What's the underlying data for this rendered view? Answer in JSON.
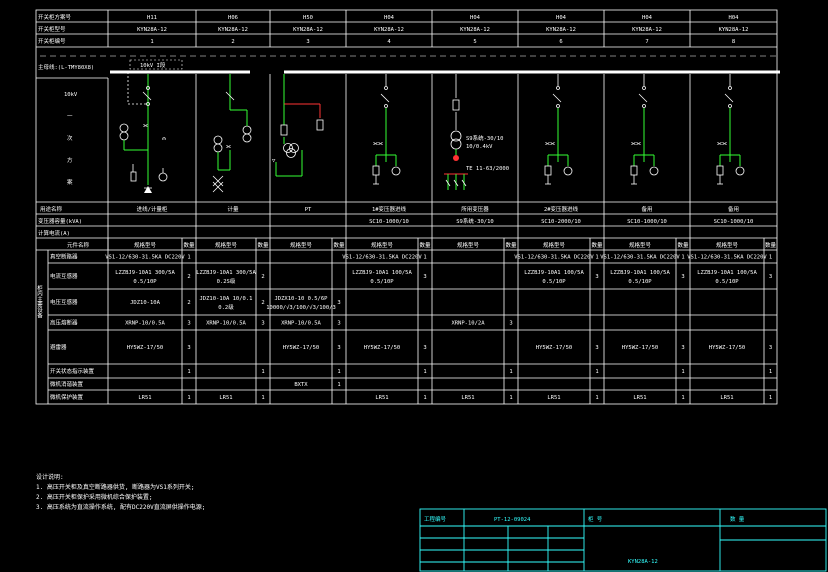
{
  "header_rows": {
    "row1_label": "开关柜方案号",
    "row2_label": "开关柜型号",
    "row3_label": "开关柜编号",
    "row1_values": [
      "H11",
      "H06",
      "H50",
      "H04",
      "H04",
      "H04",
      "H04",
      "H04"
    ],
    "row2_values": [
      "KYN28A-12",
      "KYN28A-12",
      "KYN28A-12",
      "KYN28A-12",
      "KYN28A-12",
      "KYN28A-12",
      "KYN28A-12",
      "KYN28A-12"
    ],
    "row3_values": [
      "1",
      "2",
      "3",
      "4",
      "5",
      "6",
      "7",
      "8"
    ]
  },
  "bus_label": "主母线:(L-TMY80X8)",
  "bus_tag": "10kV I段",
  "left_label_chars": [
    "10kV",
    "一",
    "次",
    "方",
    "案"
  ],
  "transformer_label_1": "S9系统-30/10",
  "transformer_label_2": "10/0.4kV",
  "transformer_label_3": "TE 11-63/2000",
  "usage_row_label": "用途名称",
  "usage_values": [
    "进线/计量柜",
    "计量",
    "PT",
    "1#变压器进线",
    "所用变压器",
    "2#变压器进线",
    "备用",
    "备用"
  ],
  "capacity_row_label": "变压器容量(kVA)",
  "capacity_values": [
    "",
    "",
    "",
    "SC10-1000/10",
    "S9系统-30/10",
    "SC10-2000/10",
    "SC10-1000/10",
    "SC10-1000/10"
  ],
  "current_row_label": "计算电流(A)",
  "equip_header": {
    "name": "元件名称",
    "spec": "规格型号",
    "qty": "数量"
  },
  "side_label": "柜内主要设备",
  "equip_rows": [
    {
      "name": "真空断路器",
      "cells": [
        "VS1-12/630-31.5KA DC220V",
        "",
        "",
        "VS1-12/630-31.5KA DC220V",
        "",
        "VS1-12/630-31.5KA DC220V",
        "VS1-12/630-31.5KA DC220V",
        "VS1-12/630-31.5KA DC220V"
      ],
      "qty": [
        "1",
        "",
        "",
        "1",
        "",
        "1",
        "1",
        "1"
      ]
    },
    {
      "name": "电流互感器",
      "cells": [
        "LZZBJ9-10A1 300/5A",
        "LZZBJ9-10A1 300/5A",
        "",
        "LZZBJ9-10A1 100/5A",
        "",
        "LZZBJ9-10A1 100/5A",
        "LZZBJ9-10A1 100/5A",
        "LZZBJ9-10A1 100/5A"
      ],
      "sub": [
        "0.5/10P",
        "0.2S级",
        "",
        "0.5/10P",
        "",
        "0.5/10P",
        "0.5/10P",
        "0.5/10P"
      ],
      "qty": [
        "2",
        "2",
        "",
        "3",
        "",
        "3",
        "3",
        "3"
      ]
    },
    {
      "name": "电压互感器",
      "cells": [
        "JDZ10-10A",
        "JDZ10-10A 10/0.1",
        "JDZX10-10 0.5/6P",
        "",
        "",
        "",
        "",
        ""
      ],
      "sub": [
        "",
        "0.2级",
        "10000/√3/100/√3/100/3",
        "",
        "",
        "",
        "",
        ""
      ],
      "qty": [
        "2",
        "2",
        "3",
        "",
        "",
        "",
        "",
        ""
      ]
    },
    {
      "name": "高压熔断器",
      "cells": [
        "XRNP-10/0.5A",
        "XRNP-10/0.5A",
        "XRNP-10/0.5A",
        "",
        "XRNP-10/2A",
        "",
        "",
        ""
      ],
      "qty": [
        "3",
        "3",
        "3",
        "",
        "3",
        "",
        "",
        ""
      ]
    },
    {
      "name": "避雷器",
      "cells": [
        "HY5WZ-17/50",
        "",
        "HY5WZ-17/50",
        "HY5WZ-17/50",
        "",
        "HY5WZ-17/50",
        "HY5WZ-17/50",
        "HY5WZ-17/50"
      ],
      "qty": [
        "3",
        "",
        "3",
        "3",
        "",
        "3",
        "3",
        "3"
      ]
    },
    {
      "name": "开关状态指示装置",
      "cells": [
        "",
        "",
        "",
        "",
        "",
        "",
        "",
        ""
      ],
      "qty": [
        "1",
        "1",
        "1",
        "1",
        "1",
        "1",
        "1",
        "1"
      ]
    },
    {
      "name": "微机消谐装置",
      "cells": [
        "",
        "",
        "BXTX",
        "",
        "",
        "",
        "",
        ""
      ],
      "qty": [
        "",
        "",
        "1",
        "",
        "",
        "",
        "",
        ""
      ]
    },
    {
      "name": "微机保护装置",
      "cells": [
        "LR51",
        "LR51",
        "",
        "LR51",
        "LR51",
        "LR51",
        "LR51",
        "LR51"
      ],
      "qty": [
        "1",
        "1",
        "",
        "1",
        "1",
        "1",
        "1",
        "1"
      ]
    }
  ],
  "notes": {
    "title": "设计说明:",
    "lines": [
      "1. 高压开关柜及真空断路器供货, 断路器为VS1系列开关;",
      "2. 高压开关柜保护采用微机综合保护装置;",
      "3. 高压系统为直流操作系统, 配有DC220V直流屏供操作电源;"
    ]
  },
  "title_block": {
    "project_no_label": "工程编号",
    "project_no": "PT-12-09024",
    "cabinet_label": "柜 号",
    "qty_label": "数 量",
    "model": "KYN28A-12"
  },
  "colors": {
    "background": "#000000",
    "line": "#ffffff",
    "green": "#33ff33",
    "red": "#ff3333",
    "cyan": "#33ffff",
    "yellow": "#ffff66"
  }
}
